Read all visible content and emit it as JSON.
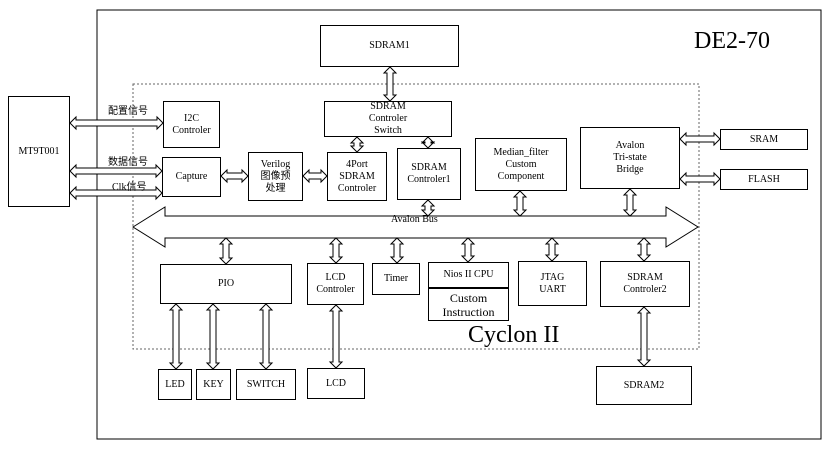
{
  "board": {
    "title": "DE2-70"
  },
  "fpga": {
    "title": "Cyclon II"
  },
  "sensor": {
    "label": "MT9T001"
  },
  "signals": {
    "config": "配置信号",
    "data": "数据信号",
    "clk": "Clk信号"
  },
  "bus": {
    "label": "Avalon Bus"
  },
  "blocks": {
    "sdram1": [
      "SDRAM1"
    ],
    "sdram_switch": [
      "SDRAM",
      "Controler",
      "Switch"
    ],
    "i2c": [
      "I2C",
      "Controler"
    ],
    "capture": [
      "Capture"
    ],
    "verilog": [
      "Verilog",
      "图像预",
      "处理"
    ],
    "port4": [
      "4Port",
      "SDRAM",
      "Controler"
    ],
    "sdram_ctrl1": [
      "SDRAM",
      "Controler1"
    ],
    "median": [
      "Median_filter",
      "Custom",
      "Component"
    ],
    "avalon_bridge": [
      "Avalon",
      "Tri-state",
      "Bridge"
    ],
    "sram": [
      "SRAM"
    ],
    "flash": [
      "FLASH"
    ],
    "pio": [
      "PIO"
    ],
    "lcd_ctrl": [
      "LCD",
      "Controler"
    ],
    "timer": [
      "Timer"
    ],
    "nios_cpu": [
      "Nios II CPU"
    ],
    "custom_instr": [
      "Custom",
      "Instruction"
    ],
    "jtag": [
      "JTAG",
      "UART"
    ],
    "sdram_ctrl2": [
      "SDRAM",
      "Controler2"
    ],
    "led": [
      "LED"
    ],
    "key": [
      "KEY"
    ],
    "switch": [
      "SWITCH"
    ],
    "lcd": [
      "LCD"
    ],
    "sdram2": [
      "SDRAM2"
    ]
  }
}
